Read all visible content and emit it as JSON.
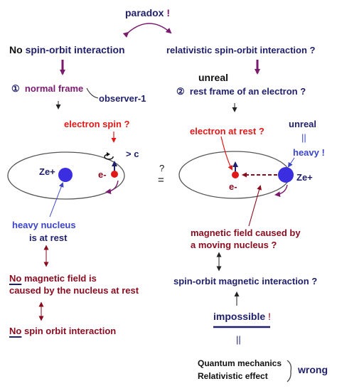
{
  "title": "paradox",
  "title_mark": "!",
  "left": {
    "heading_prefix": "No",
    "heading_rest": "spin-orbit interaction",
    "step_num": "①",
    "frame": "normal frame",
    "observer": "observer-1",
    "electron_spin": "electron spin ?",
    "speed": "> c",
    "nucleus_label": "Ze+",
    "electron_label": "e-",
    "heavy_line1": "heavy nucleus",
    "heavy_line2": "is at rest",
    "mag_prefix": "No",
    "mag_rest": "magnetic field is",
    "mag_line2": "caused by the nucleus at rest",
    "final_prefix": "No",
    "final_rest": "spin orbit interaction"
  },
  "middle": {
    "question": "?",
    "equals": "="
  },
  "right": {
    "heading": "relativistic spin-orbit interaction ?",
    "unreal1": "unreal",
    "step_num": "②",
    "frame": "rest frame of an electron ?",
    "electron_rest": "electron at rest ?",
    "unreal2": "unreal",
    "parallel": "||",
    "heavy": "heavy !",
    "nucleus_label": "Ze+",
    "electron_label": "e-",
    "mag_line1": "magnetic field caused by",
    "mag_line2": "a moving nucleus ?",
    "spin_orbit": "spin-orbit magnetic interaction ?",
    "impossible": "impossible",
    "impossible_mark": "!",
    "parallel2": "||",
    "qm": "Quantum mechanics",
    "rel": "Relativistic effect",
    "wrong": "wrong"
  },
  "colors": {
    "navy": "#1f1f6b",
    "purple": "#7a1a6e",
    "red": "#e01818",
    "crimson": "#8a0a1e",
    "blue": "#3a45c8",
    "nucleus": "#3b2ee0"
  }
}
